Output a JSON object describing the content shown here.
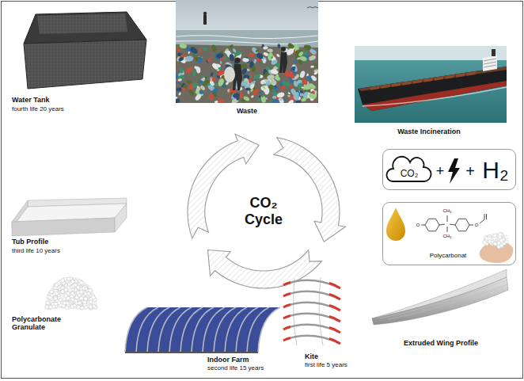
{
  "diagram": {
    "nodes": [
      {
        "text": [
          "CO₂",
          "+",
          "+",
          "H₂"
        ]
      },
      {
        "text": [
          "Polycarbonat"
        ]
      }
    ],
    "labels": [
      "Waste",
      "Waste Incineration",
      "Water Tank",
      "fourth life 20 years",
      "CO₂ Cycle",
      "Tub Profile",
      "third life 10 years",
      "Polycarbonate Granulate",
      "Indoor Farm",
      "second life 15 years",
      "Kite",
      "first life 5 years",
      "Extruded Wing Profile",
      "CH₃",
      "CH₃",
      "O",
      "O"
    ]
  }
}
